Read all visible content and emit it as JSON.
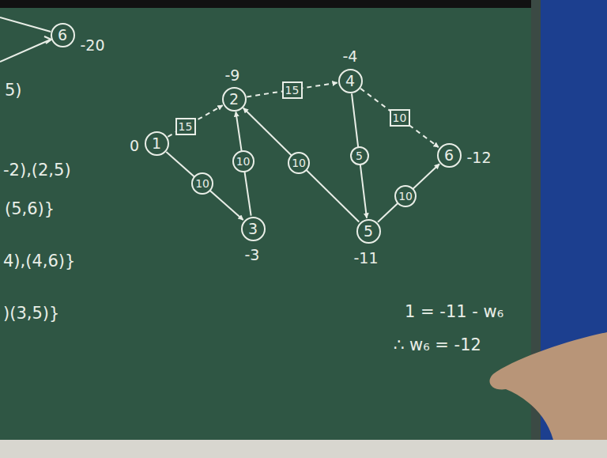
{
  "diagram": {
    "nodes": [
      {
        "text": [
          "6",
          "-20"
        ]
      },
      {
        "text": [
          "1",
          "0"
        ]
      },
      {
        "text": [
          "2",
          "-9"
        ]
      },
      {
        "text": [
          "3",
          "-3"
        ]
      },
      {
        "text": [
          "4",
          "-4"
        ]
      },
      {
        "text": [
          "5",
          "-11"
        ]
      },
      {
        "text": [
          "6",
          "-12"
        ]
      }
    ],
    "edges": [
      {
        "from": 1,
        "to": 2,
        "arrow": "to",
        "label": "15"
      },
      {
        "from": 1,
        "to": 3,
        "arrow": "to",
        "label": "10"
      },
      {
        "from": 3,
        "to": 2,
        "arrow": "to",
        "label": "10"
      },
      {
        "from": 2,
        "to": 4,
        "arrow": "to",
        "label": "15"
      },
      {
        "from": 5,
        "to": 2,
        "arrow": "to",
        "label": "10"
      },
      {
        "from": 4,
        "to": 5,
        "arrow": "to",
        "label": "5"
      },
      {
        "from": 4,
        "to": 6,
        "arrow": "to",
        "label": "10"
      },
      {
        "from": 5,
        "to": 6,
        "arrow": "to",
        "label": "10"
      }
    ],
    "labels": [
      "5)",
      "-2),(2,5)",
      "(5,6)}",
      "4),(4,6)}",
      ")(3,5)}",
      "1 = -11 - w₆",
      "∴ w₆ = -12"
    ]
  }
}
